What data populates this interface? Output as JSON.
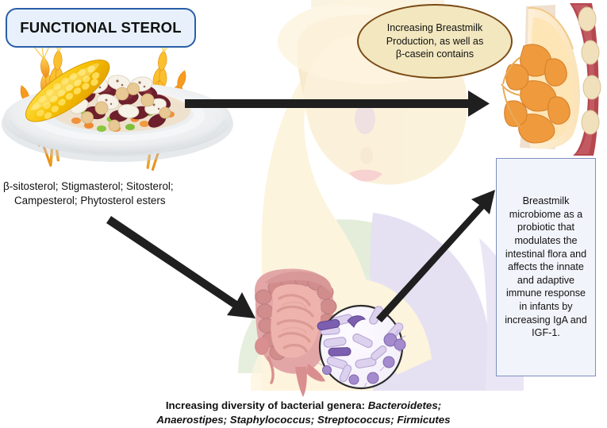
{
  "figure": {
    "title_pill": {
      "label": "FUNCTIONAL STEROL"
    },
    "sterol_caption": {
      "line1": "β-sitosterol; Stigmasterol; Sitosterol;",
      "line2": "Campesterol; Phytosterol esters"
    },
    "breastmilk_callout": {
      "line1": "Increasing Breastmilk",
      "line2": "Production, as well as",
      "line3": "β-casein contains"
    },
    "microbiome_box": {
      "text": "Breastmilk microbiome as a probiotic that modulates the intestinal flora and affects the innate and adaptive immune response in infants by increasing IgA and IGF-1."
    },
    "genera_caption": {
      "lead": "Increasing diversity of bacterial genera: ",
      "genera_line1": "Bacteroidetes;",
      "genera_line2": "Anaerostipes; Staphylococcus; Streptococcus; Firmicutes"
    },
    "arrows": [
      {
        "name": "arrow-food-to-breast",
        "direction": "right"
      },
      {
        "name": "arrow-food-to-intestine",
        "direction": "down-right"
      },
      {
        "name": "arrow-intestine-to-microbiome",
        "direction": "up-right"
      }
    ],
    "illustrations": [
      {
        "name": "plate-of-legumes-corn-wheat"
      },
      {
        "name": "breast-cross-section-anatomy"
      },
      {
        "name": "intestine-with-bacteria-magnifier"
      },
      {
        "name": "nursing-mother-silhouette"
      }
    ],
    "colors": {
      "title_border": "#2a5fa8",
      "title_fill": "#e8f1fb",
      "callout_fill": "#f2e7bf",
      "callout_border": "#7a4a14",
      "box_fill": "#f2f4fb",
      "box_border": "#7e8fc0",
      "arrow": "#1f1f1f",
      "silhouette_skin": "#fdf4dc",
      "silhouette_cloth": "#e4e0f2",
      "silhouette_green": "#e2edd9",
      "intestine": "#d58b8b",
      "bacteria": "#9b86c8",
      "wheat": "#f5a623",
      "corn": "#f2c300",
      "breast_lobule": "#ef9a3d"
    }
  }
}
